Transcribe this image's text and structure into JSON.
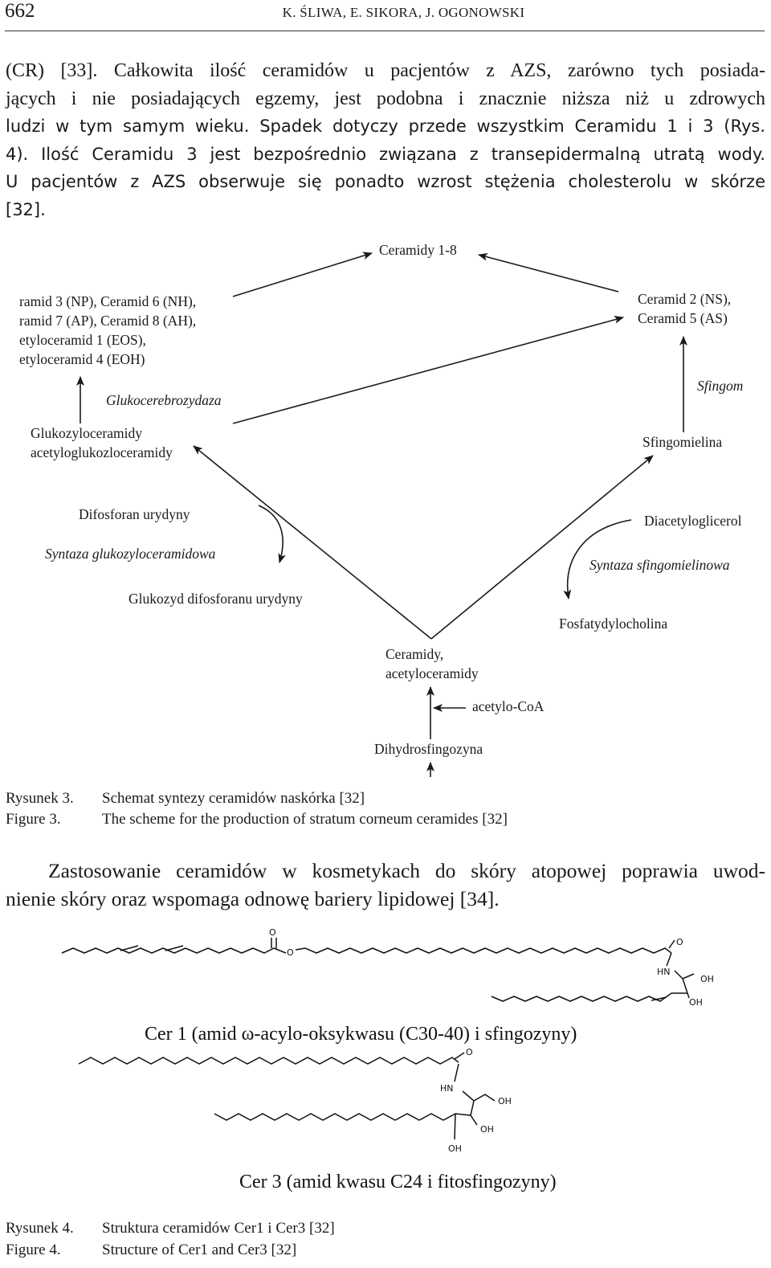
{
  "header": {
    "page_number": "662",
    "running_head": "K. ŚLIWA, E. SIKORA, J. OGONOWSKI"
  },
  "para1": {
    "lines": [
      "(CR) [33]. Całkowita ilość ceramidów u pacjentów z AZS, zarówno tych posiada-",
      "jących i nie posiadających egzemy, jest podobna i znacznie niższa niż u zdrowych",
      "ludzi w tym samym wieku. Spadek dotyczy przede wszystkim Ceramidu 1 i 3 (Rys.",
      "4). Ilość Ceramidu 3 jest bezpośrednio związana z transepidermalną utratą wody.",
      "U pacjentów z AZS obserwuje się ponadto wzrost stężenia cholesterolu w skórze",
      "[32]."
    ]
  },
  "figure3": {
    "labels": {
      "top": "Ceramidy 1-8",
      "left_group": [
        "ramid 3 (NP), Ceramid 6 (NH),",
        "ramid 7 (AP), Ceramid 8 (AH),",
        "etyloceramid 1 (EOS),",
        "etyloceramid 4 (EOH)"
      ],
      "right_group": [
        "Ceramid 2 (NS),",
        "Ceramid 5 (AS)"
      ],
      "glucocerebrosidase": "Glukocerebrozydaza",
      "sphingomyelinase": "Sfingom",
      "glucosylceramides": [
        "Glukozyloceramidy",
        "acetyloglukozloceramidy"
      ],
      "sphingomyelin": "Sfingomielina",
      "udp": "Difosforan urydyny",
      "diacylglycerol": "Diacetyloglicerol",
      "glucosylceramide_synthase": "Syntaza glukozyloceramidowa",
      "sphingomyelin_synthase": "Syntaza sfingomielinowa",
      "udp_glucose": "Glukozyd difosforanu urydyny",
      "phosphatidylcholine": "Fosfatydylocholina",
      "ceramides": [
        "Ceramidy,",
        "acetyloceramidy"
      ],
      "acetyl_coa": "acetylo-CoA",
      "dihydrosphingosine": "Dihydrosfingozyna"
    },
    "caption_pl": {
      "label": "Rysunek 3.",
      "text": "Schemat syntezy ceramidów naskórka [32]"
    },
    "caption_en": {
      "label": "Figure 3.",
      "text": "The scheme for the production of stratum corneum ceramides [32]"
    }
  },
  "para2": {
    "line1": "Zastosowanie ceramidów w kosmetykach do skóry atopowej poprawia uwod-",
    "line2": "nienie skóry oraz wspomaga odnowę bariery lipidowej [34]."
  },
  "figure4": {
    "atoms": {
      "O": "O",
      "HN": "HN",
      "OH": "OH"
    },
    "cer1_label": "Cer 1 (amid ω-acylo-oksykwasu (C30-40) i sfingozyny)",
    "cer3_label": "Cer 3 (amid kwasu C24 i  fitosfingozyny)",
    "caption_pl": {
      "label": "Rysunek 4.",
      "text": "Struktura ceramidów Cer1 i Cer3 [32]"
    },
    "caption_en": {
      "label": "Figure 4.",
      "text": "Structure of Cer1 and Cer3 [32]"
    }
  }
}
